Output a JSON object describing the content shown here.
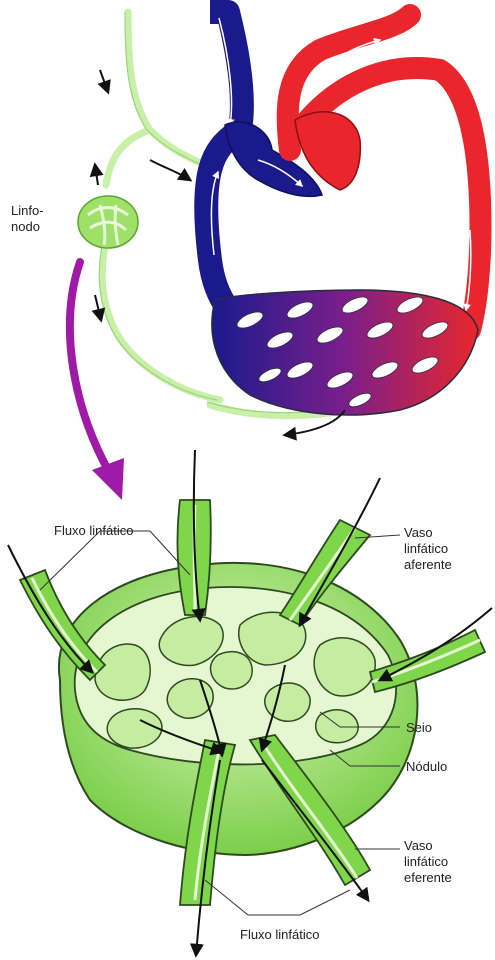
{
  "colors": {
    "vein": "#1a1a8c",
    "artery": "#e8262b",
    "lymph_vessel": "#c8f0a8",
    "node_green": "#7fd64a",
    "node_light": "#e4f7d0",
    "node_outline": "#2d4a1e",
    "arrow_purple": "#a01aa8"
  },
  "labels": {
    "linfonodo": "Linfo-\nnodo",
    "fluxo_top": "Fluxo linfático",
    "vaso_aferente": "Vaso\nlinfático\naferente",
    "seio": "Seio",
    "nodulo": "Nódulo",
    "vaso_eferente": "Vaso\nlinfático\neferente",
    "fluxo_bottom": "Fluxo linfático"
  }
}
